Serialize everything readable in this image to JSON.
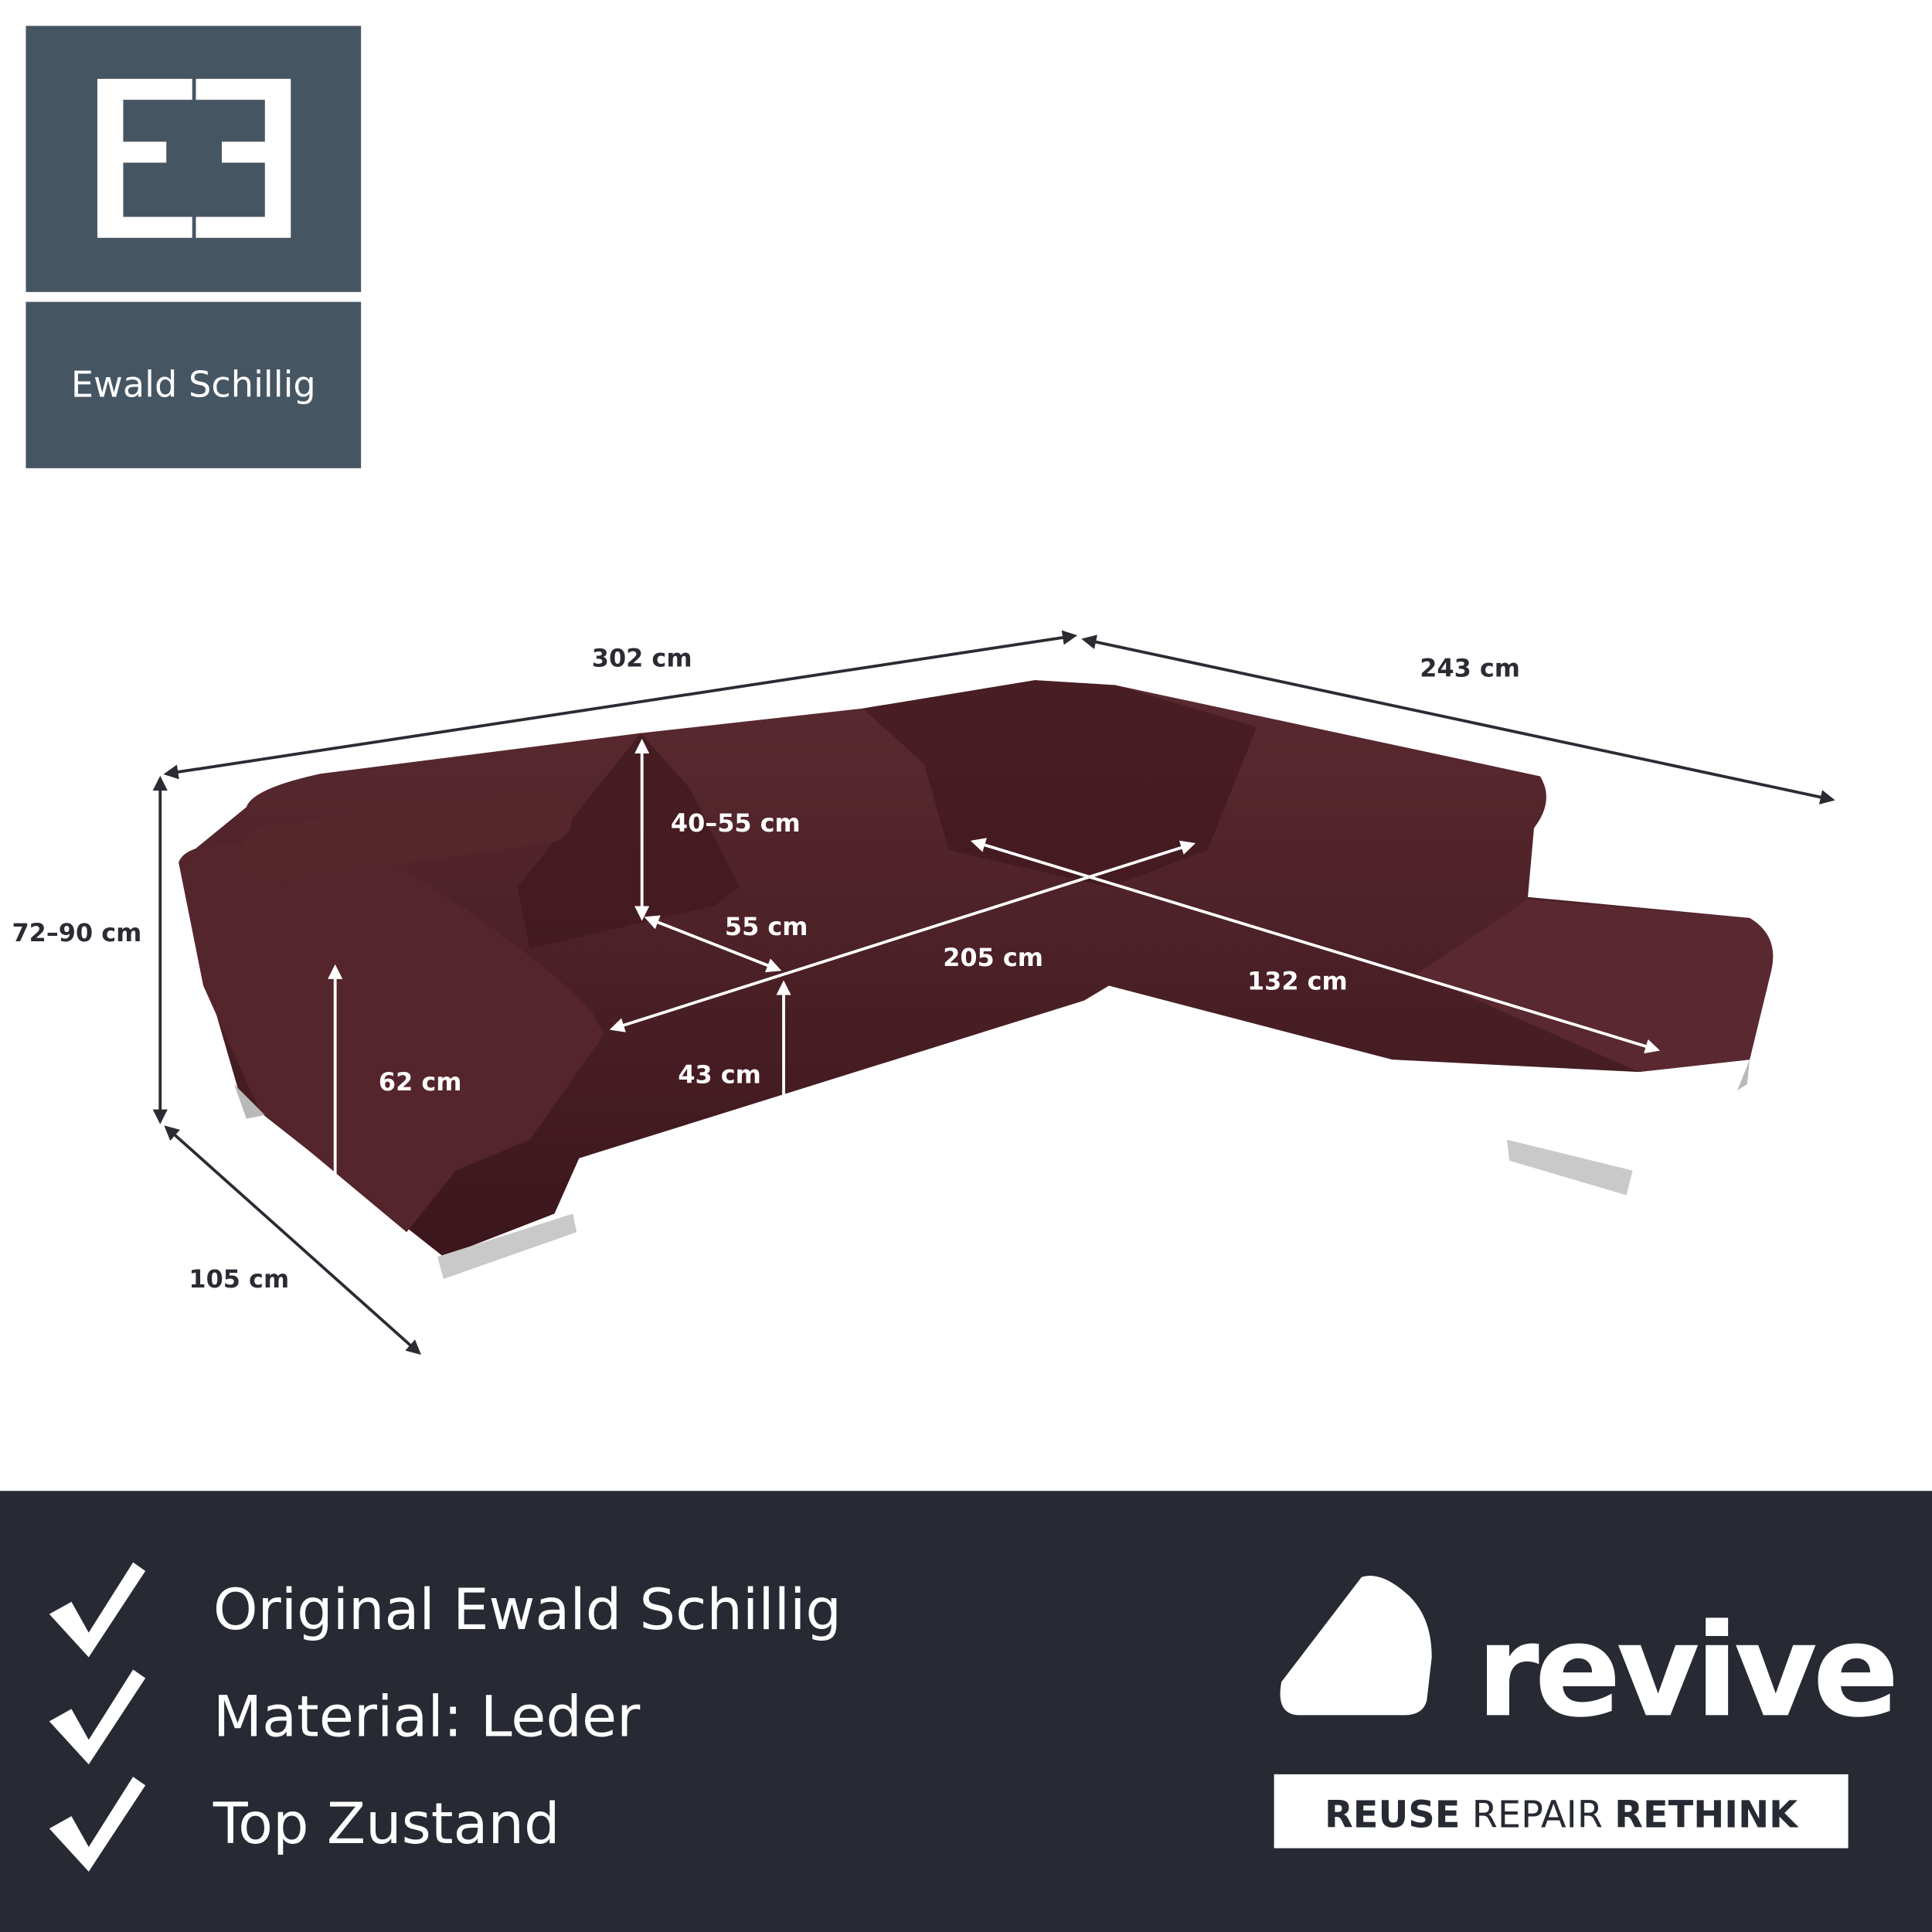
{
  "brand_logo": {
    "text": "Ewald Schillig",
    "monogram": "EE",
    "color": "#465562"
  },
  "dimensions": {
    "width_left": "302 cm",
    "width_right": "243 cm",
    "height": "72–90 cm",
    "headrest": "40–55 cm",
    "seat_depth": "55 cm",
    "inner_length_left": "205 cm",
    "inner_length_right": "132 cm",
    "armrest_height": "62 cm",
    "seat_height": "43 cm",
    "depth": "105 cm"
  },
  "features": [
    {
      "icon": "checkmark-icon",
      "text": "Original Ewald Schillig"
    },
    {
      "icon": "checkmark-icon",
      "text": "Material: Leder"
    },
    {
      "icon": "checkmark-icon",
      "text": "Top Zustand"
    }
  ],
  "revive_logo": {
    "name": "revive",
    "tagline_bold_1": "REUSE",
    "tagline_light": "REPAIR",
    "tagline_bold_2": "RETHINK"
  },
  "colors": {
    "banner": "#272a33",
    "sofa": "#4a1d24",
    "text": "#2b2b33"
  }
}
